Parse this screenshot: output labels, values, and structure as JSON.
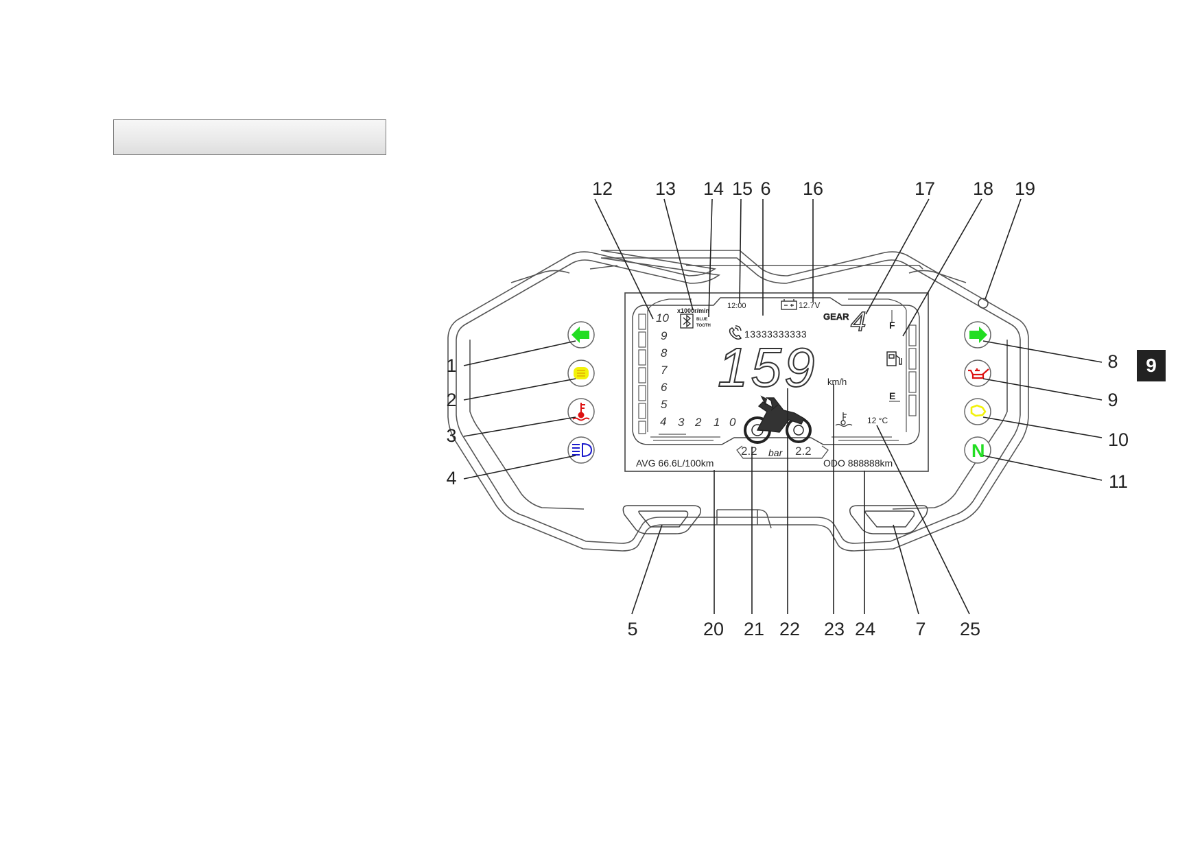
{
  "page": {
    "section_number": "9"
  },
  "colors": {
    "outline": "#444444",
    "green": "#22dd22",
    "yellow": "#f2f20a",
    "red": "#dd1111",
    "blue": "#1a1acc",
    "badge_bg": "#222222"
  },
  "callouts": {
    "n1": "1",
    "n2": "2",
    "n3": "3",
    "n4": "4",
    "n5": "5",
    "n6": "6",
    "n7": "7",
    "n8": "8",
    "n9": "9",
    "n10": "10",
    "n11": "11",
    "n12": "12",
    "n13": "13",
    "n14": "14",
    "n15": "15",
    "n16": "16",
    "n17": "17",
    "n18": "18",
    "n19": "19",
    "n20": "20",
    "n21": "21",
    "n22": "22",
    "n23": "23",
    "n24": "24",
    "n25": "25"
  },
  "display": {
    "rpm_unit": "x1000r/min",
    "bluetooth_label_1": "BLUE",
    "bluetooth_label_2": "TOOTH",
    "clock": "12:00",
    "battery_voltage": "12.7V",
    "gear_label": "GEAR",
    "gear_value": "4",
    "fuel_full": "F",
    "fuel_empty": "E",
    "phone_number": "13333333333",
    "speed": "159",
    "speed_unit": "km/h",
    "coolant_temp": "12 °C",
    "tire_front": "2.2",
    "tire_unit": "bar",
    "tire_rear": "2.2",
    "avg_consumption": "AVG 66.6L/100km",
    "odometer": "ODO 888888km",
    "rpm_scale": {
      "s10": "10",
      "s9": "9",
      "s8": "8",
      "s7": "7",
      "s6": "6",
      "s5": "5",
      "s4": "4",
      "s3": "3",
      "s2": "2",
      "s1": "1",
      "s0": "0"
    }
  },
  "indicators": {
    "left_turn": "arrow-left-icon",
    "headlight_warning": "yellow-lamp-icon",
    "coolant_temp_warning": "thermometer-icon",
    "high_beam": "high-beam-icon",
    "right_turn": "arrow-right-icon",
    "oil_pressure": "oil-can-icon",
    "engine_check": "engine-icon",
    "neutral": "N"
  }
}
